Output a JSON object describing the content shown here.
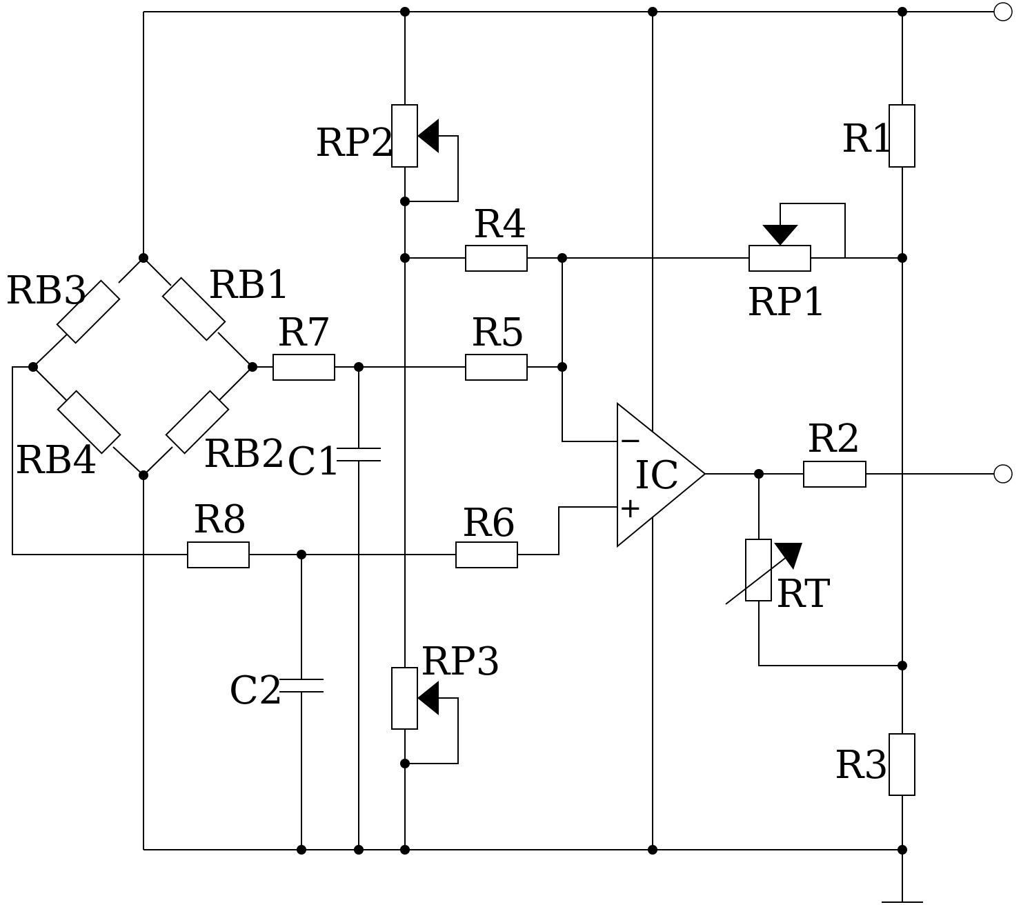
{
  "labels": {
    "rb1": "RB1",
    "rb2": "RB2",
    "rb3": "RB3",
    "rb4": "RB4",
    "r1": "R1",
    "r2": "R2",
    "r3": "R3",
    "r4": "R4",
    "r5": "R5",
    "r6": "R6",
    "r7": "R7",
    "r8": "R8",
    "rp1": "RP1",
    "rp2": "RP2",
    "rp3": "RP3",
    "rt": "RT",
    "c1": "C1",
    "c2": "C2",
    "ic": "IC",
    "minus": "−",
    "plus": "+"
  }
}
